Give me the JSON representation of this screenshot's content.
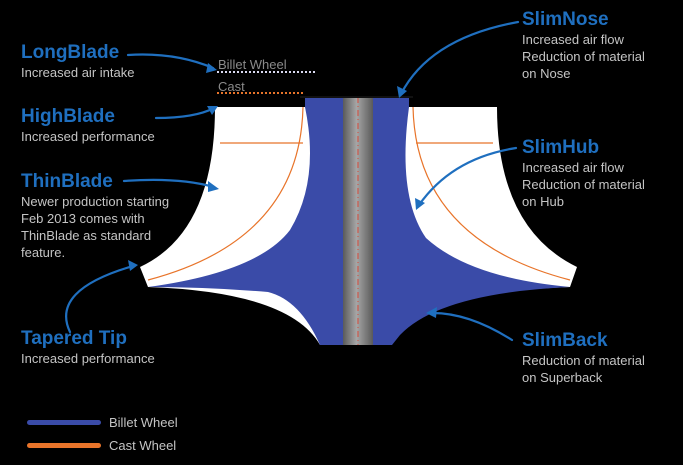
{
  "callouts": {
    "long_blade": {
      "title": "LongBlade",
      "desc": [
        "Increased air intake"
      ]
    },
    "high_blade": {
      "title": "HighBlade",
      "desc": [
        "Increased performance"
      ]
    },
    "thin_blade": {
      "title": "ThinBlade",
      "desc": [
        "Newer production starting",
        "Feb 2013 comes with",
        "ThinBlade as standard",
        "feature."
      ]
    },
    "tapered_tip": {
      "title": "Tapered Tip",
      "desc": [
        "Increased performance"
      ]
    },
    "slim_nose": {
      "title": "SlimNose",
      "desc": [
        "Increased air flow",
        "Reduction of material",
        "on Nose"
      ]
    },
    "slim_hub": {
      "title": "SlimHub",
      "desc": [
        "Increased air flow",
        "Reduction of material",
        "on Hub"
      ]
    },
    "slim_back": {
      "title": "SlimBack",
      "desc": [
        "Reduction of material",
        "on Superback"
      ]
    }
  },
  "top_labels": {
    "billet": "Billet Wheel",
    "cast": "Cast"
  },
  "legend": [
    {
      "label": "Billet Wheel",
      "color": "#3a4ba8"
    },
    {
      "label": "Cast Wheel",
      "color": "#e8742a"
    }
  ],
  "colors": {
    "background": "#000000",
    "accent_blue": "#1f6fbf",
    "billet": "#3a4ba8",
    "cast": "#e8742a",
    "blade_white": "#ffffff",
    "shaft_gray": "#808080"
  }
}
